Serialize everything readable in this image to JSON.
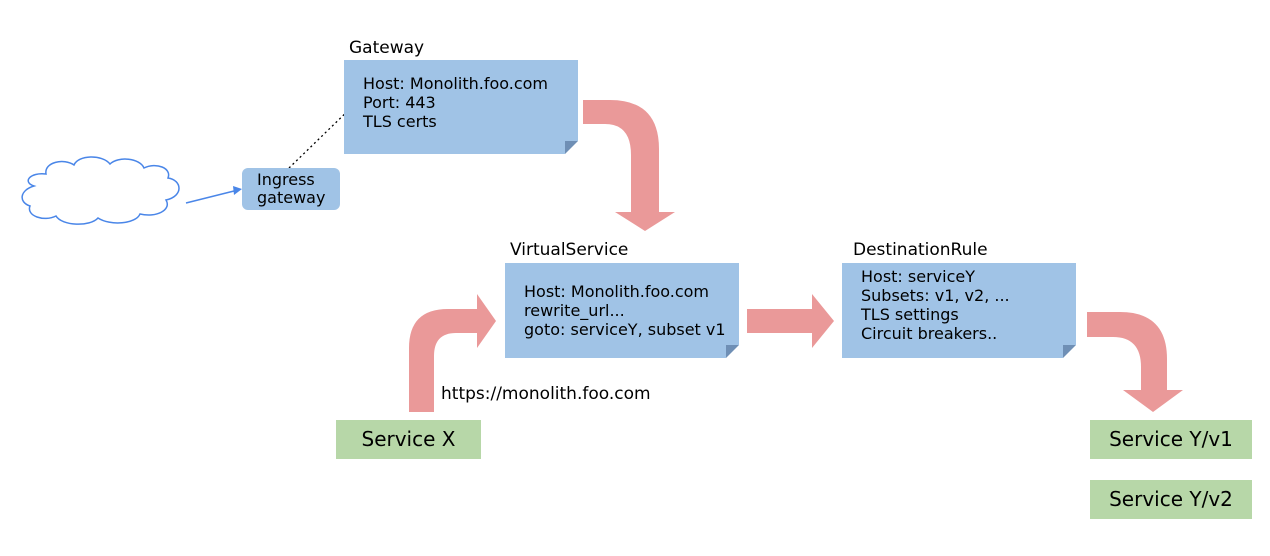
{
  "gateway": {
    "title": "Gateway",
    "lines": [
      "Host: Monolith.foo.com",
      "Port: 443",
      "TLS certs"
    ]
  },
  "ingress": {
    "lines": [
      "Ingress",
      "gateway"
    ]
  },
  "virtual_service": {
    "title": "VirtualService",
    "lines": [
      "Host: Monolith.foo.com",
      "rewrite_url...",
      "goto: serviceY, subset v1"
    ]
  },
  "destination_rule": {
    "title": "DestinationRule",
    "lines": [
      "Host: serviceY",
      "Subsets: v1, v2, ...",
      "TLS settings",
      "Circuit breakers.."
    ]
  },
  "service_x": {
    "label": "Service X"
  },
  "url_label": "https://monolith.foo.com",
  "service_y_v1": {
    "label": "Service Y/v1"
  },
  "service_y_v2": {
    "label": "Service Y/v2"
  },
  "colors": {
    "note_fill": "#a0c3e6",
    "fold_shade": "#6f8fb5",
    "service_fill": "#b7d7a8",
    "flow_arrow": "#ea9999",
    "cloud_stroke": "#4a86e8"
  }
}
